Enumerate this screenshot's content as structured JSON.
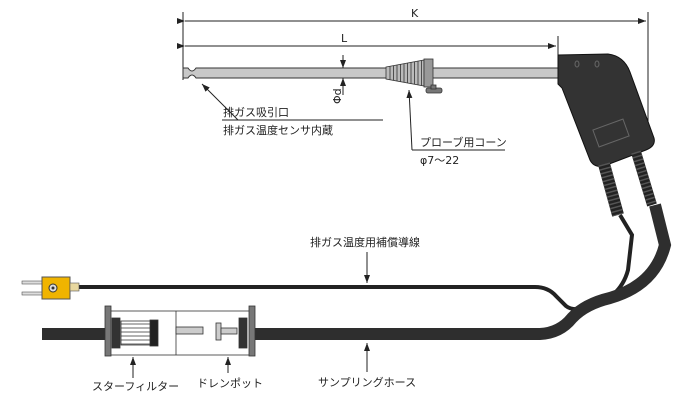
{
  "dimensions": {
    "overall_length": "K",
    "probe_length": "L",
    "probe_diameter": "Φd"
  },
  "labels": {
    "inlet_line1": "排ガス吸引口",
    "inlet_line2": "排ガス温度センサ内蔵",
    "cone_line1": "プローブ用コーン",
    "cone_line2": "φ7〜22",
    "comp_wire": "排ガス温度用補償導線",
    "sampling_hose": "サンプリングホース",
    "star_filter": "スターフィルター",
    "drain_pot": "ドレンポット"
  },
  "colors": {
    "probe": "#c8c8c8",
    "handle": "#333333",
    "hose": "#2e2e2e",
    "connector": "#f0b400"
  }
}
